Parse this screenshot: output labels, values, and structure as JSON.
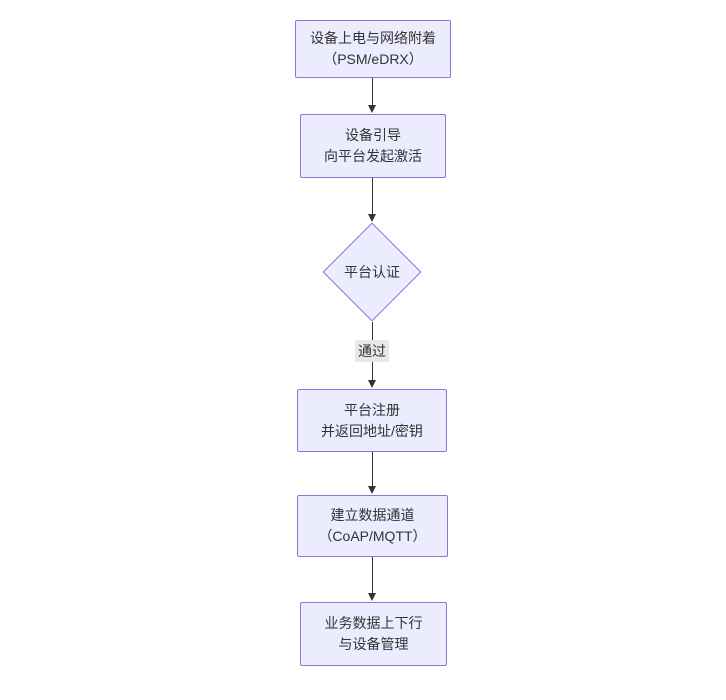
{
  "diagram": {
    "type": "flowchart-vertical",
    "nodes": {
      "power": {
        "line1": "设备上电与网络附着",
        "line2": "（PSM/eDRX）"
      },
      "bootstrap": {
        "line1": "设备引导",
        "line2": "向平台发起激活"
      },
      "auth_decision": {
        "label": "平台认证"
      },
      "register": {
        "line1": "平台注册",
        "line2": "并返回地址/密钥"
      },
      "channel": {
        "line1": "建立数据通道",
        "line2": "（CoAP/MQTT）"
      },
      "business": {
        "line1": "业务数据上下行",
        "line2": "与设备管理"
      }
    },
    "edges": {
      "pass_label": "通过"
    },
    "colors": {
      "node_fill": "#ECECFF",
      "node_border": "#9370DB",
      "arrow": "#333333",
      "edge_label_bg": "#e8e8e8",
      "text": "#333333",
      "background": "#ffffff"
    }
  }
}
